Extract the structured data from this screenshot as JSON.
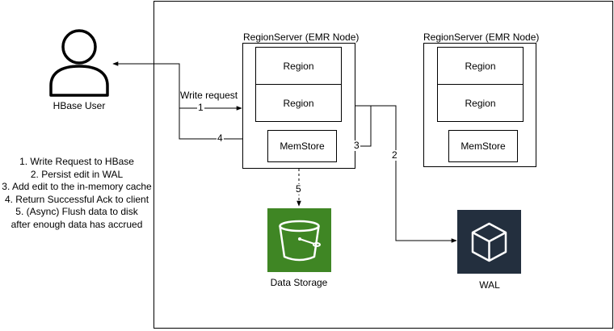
{
  "user": {
    "label": "HBase User"
  },
  "region_servers": [
    {
      "title": "RegionServer (EMR Node)",
      "regions": [
        "Region",
        "Region"
      ],
      "memstore": "MemStore"
    },
    {
      "title": "RegionServer (EMR Node)",
      "regions": [
        "Region",
        "Region"
      ],
      "memstore": "MemStore"
    }
  ],
  "edges": {
    "write_request_label": "Write request",
    "step1": "1",
    "step2": "2",
    "step3": "3",
    "step4": "4",
    "step5": "5"
  },
  "storage": {
    "label": "Data Storage",
    "color": "#3F8624"
  },
  "wal": {
    "label": "WAL",
    "color": "#232F3E"
  },
  "steps": [
    "1. Write Request to HBase",
    "2. Persist edit in WAL",
    "3. Add edit to the in-memory cache",
    "4. Return Successful Ack to client",
    "5. (Async) Flush data to disk",
    "after enough data has accrued"
  ]
}
